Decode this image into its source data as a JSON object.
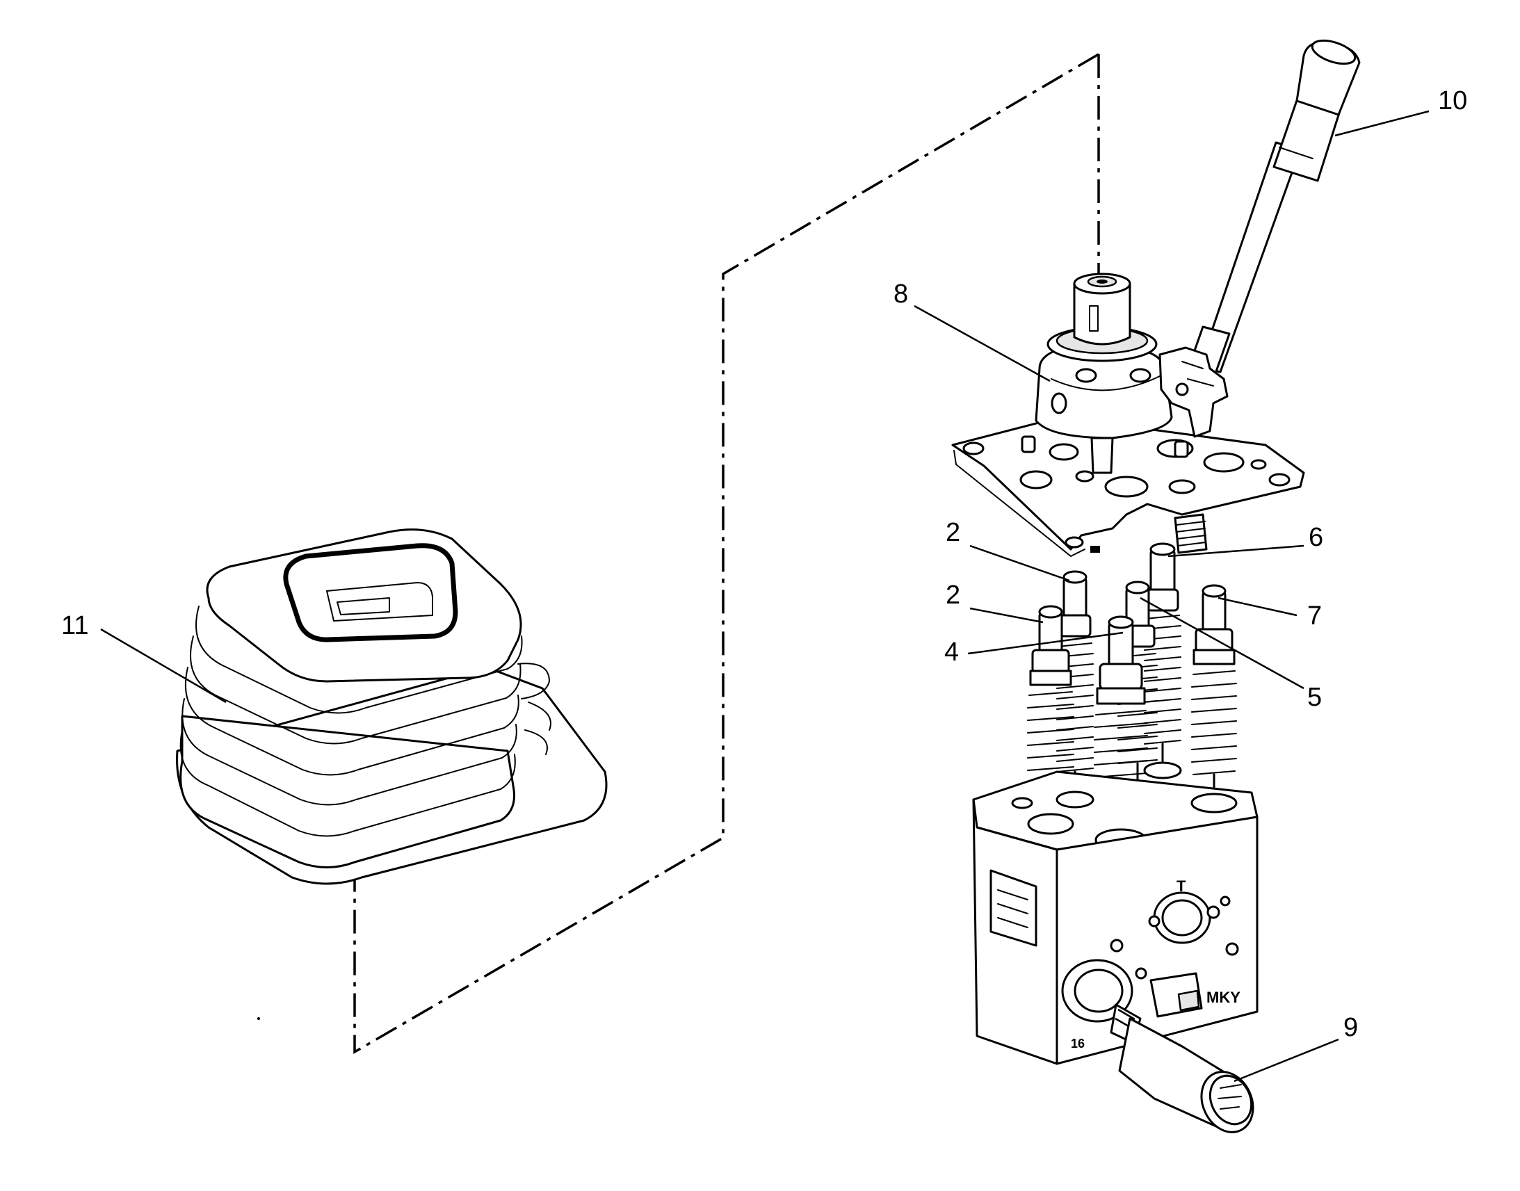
{
  "labels": {
    "l10": "10",
    "l8": "8",
    "l2a": "2",
    "l2b": "2",
    "l6": "6",
    "l7": "7",
    "l4": "4",
    "l5": "5",
    "l11": "11",
    "l9": "9"
  },
  "block_marks": {
    "port_t": "T",
    "brand": "MKY",
    "serial": "16"
  }
}
